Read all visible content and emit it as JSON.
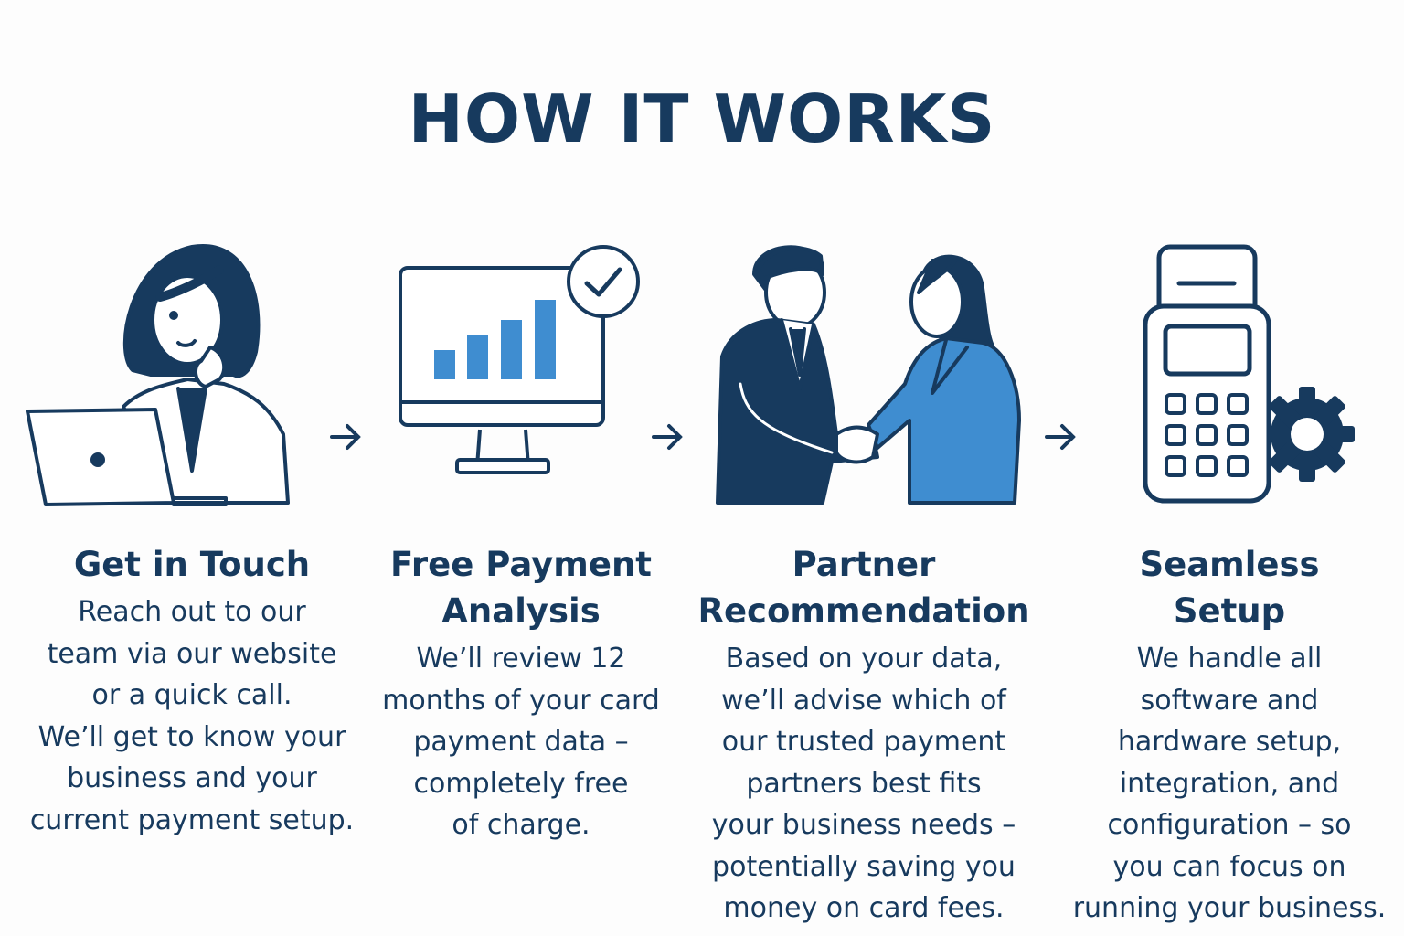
{
  "title": "HOW IT WORKS",
  "colors": {
    "navy": "#173a5e",
    "accent": "#3f8dd0"
  },
  "steps": [
    {
      "icon": "woman-phone-laptop-icon",
      "title_lines": [
        "Get in Touch"
      ],
      "body_lines": [
        "Reach out to our",
        "team via our website",
        "or a quick call.",
        "We’ll get to know your",
        "business and your",
        "current payment setup."
      ]
    },
    {
      "icon": "monitor-chart-check-icon",
      "title_lines": [
        "Free Payment",
        "Analysis"
      ],
      "body_lines": [
        "We’ll review 12",
        "months of your card",
        "payment data –",
        "completely free",
        "of charge."
      ]
    },
    {
      "icon": "handshake-icon",
      "title_lines": [
        "Partner",
        "Recommendation"
      ],
      "body_lines": [
        "Based on your data,",
        "we’ll advise which of",
        "our trusted payment",
        "partners best fits",
        "your business needs –",
        "potentially saving you",
        "money on card fees."
      ]
    },
    {
      "icon": "card-terminal-gear-icon",
      "title_lines": [
        "Seamless",
        "Setup"
      ],
      "body_lines": [
        "We handle all",
        "software and",
        "hardware setup,",
        "integration, and",
        "configuration – so",
        "you can focus on",
        "running your business."
      ]
    }
  ]
}
